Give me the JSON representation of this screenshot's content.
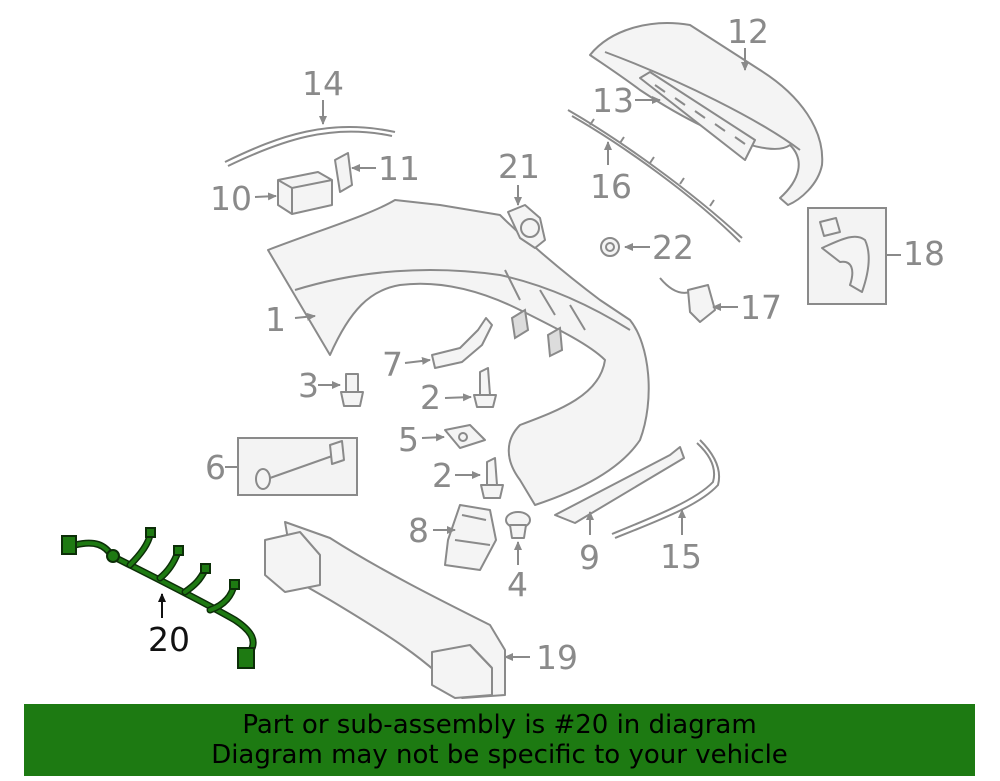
{
  "callouts": {
    "n1": "1",
    "n2a": "2",
    "n2b": "2",
    "n3": "3",
    "n4": "4",
    "n5": "5",
    "n6": "6",
    "n7": "7",
    "n8": "8",
    "n9": "9",
    "n10": "10",
    "n11": "11",
    "n12": "12",
    "n13": "13",
    "n14": "14",
    "n15": "15",
    "n16": "16",
    "n17": "17",
    "n18": "18",
    "n19": "19",
    "n20": "20",
    "n21": "21",
    "n22": "22"
  },
  "highlighted_part": "20",
  "colors": {
    "highlight": "#1d7a12",
    "outline": "#8a8a8a",
    "banner_text": "#000000"
  },
  "banner": {
    "line1": "Part or sub-assembly is #20 in diagram",
    "line2": "Diagram may not be specific to your vehicle"
  }
}
